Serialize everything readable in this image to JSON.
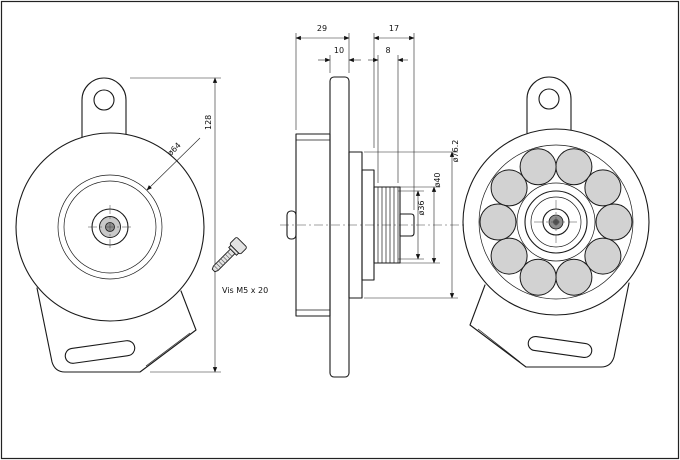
{
  "drawing": {
    "dims": {
      "overall_width": "29",
      "flange_thickness": "10",
      "shaft_length": "17",
      "rib_width": "8",
      "drum_diameter": "ø76.2",
      "pulley_diameter": "ø40",
      "rib_diameter": "ø36",
      "hub_ring_diameter": "ø64",
      "overall_height": "128"
    },
    "labels": {
      "screw": "Vis M5 x 20"
    },
    "colors": {
      "line": "#1a1a1a",
      "roller_fill": "#d2d2d2",
      "hub_fill": "#8f8f8f",
      "screw_fill": "#e3e3e3",
      "background": "#ffffff"
    }
  }
}
